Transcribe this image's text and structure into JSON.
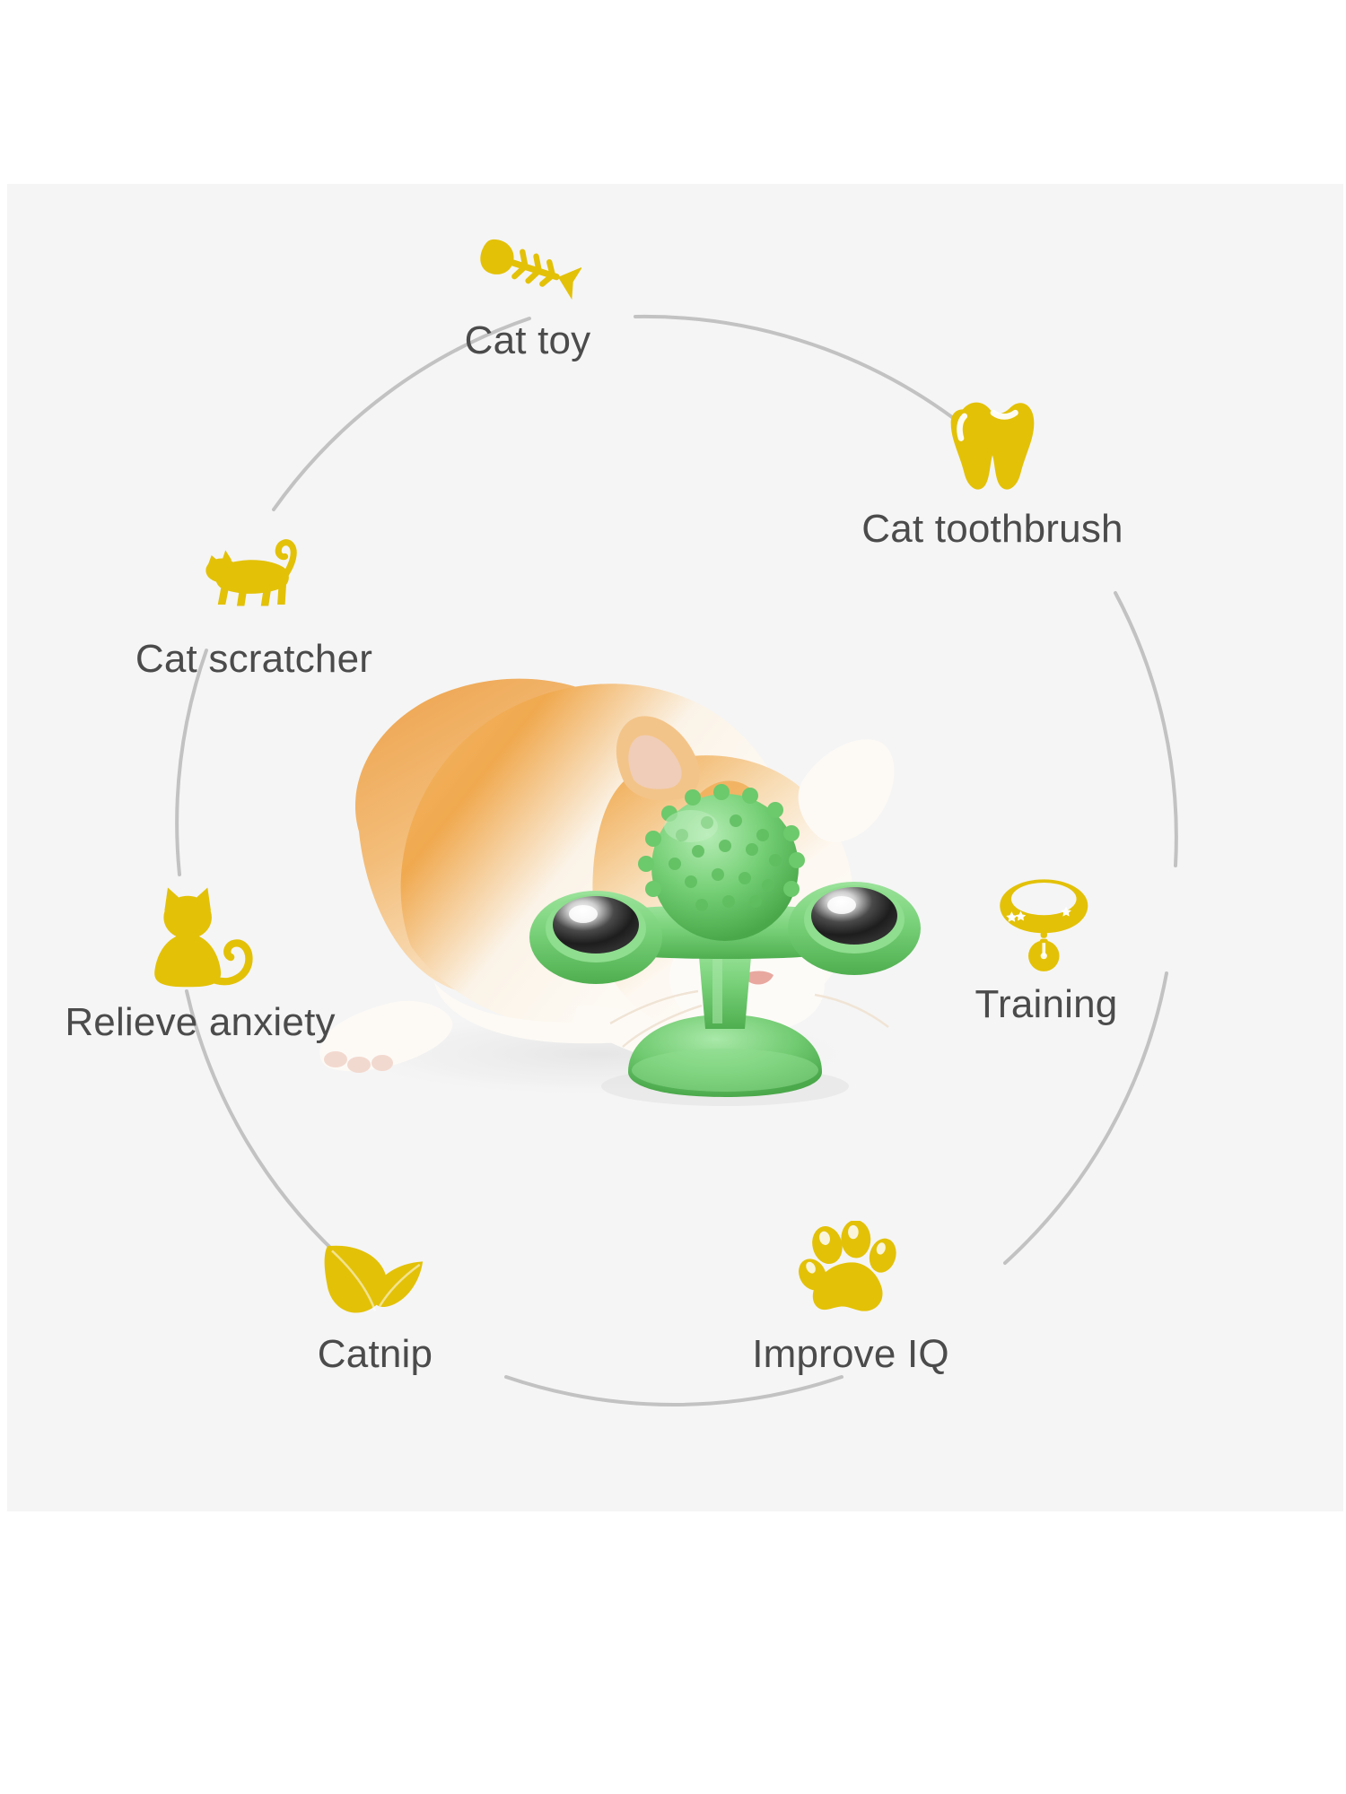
{
  "panel": {
    "background_color": "#f5f5f5",
    "page_background_color": "#ffffff"
  },
  "ring": {
    "stroke_color": "#c2c2c2",
    "stroke_width": 4,
    "description": "segmented light gray circle connecting the feature nodes"
  },
  "theme": {
    "icon_color": "#e3c107",
    "icon_color_dark": "#d4b406",
    "label_color": "#4b4b4b",
    "toy_green": "#7ed47e",
    "toy_green_dark": "#55b855",
    "cat_orange": "#e8a martin",
    "cat_orange_fur": "#eea856",
    "cat_white": "#fdfaf6"
  },
  "features": [
    {
      "id": "cat-toy",
      "label": "Cat toy",
      "icon": "fishbone-icon",
      "angle_deg": 90
    },
    {
      "id": "cat-toothbrush",
      "label": "Cat toothbrush",
      "icon": "tooth-icon",
      "angle_deg": 40
    },
    {
      "id": "training",
      "label": "Training",
      "icon": "cat-collar-icon",
      "angle_deg": 350
    },
    {
      "id": "improve-iq",
      "label": "Improve IQ",
      "icon": "paw-print-icon",
      "angle_deg": 305
    },
    {
      "id": "catnip",
      "label": "Catnip",
      "icon": "catnip-leaf-icon",
      "angle_deg": 235
    },
    {
      "id": "relieve-anxiety",
      "label": "Relieve anxiety",
      "icon": "sitting-cat-icon",
      "angle_deg": 190
    },
    {
      "id": "cat-scratcher",
      "label": "Cat scratcher",
      "icon": "walking-cat-icon",
      "angle_deg": 140
    }
  ],
  "photo": {
    "subject": "orange-and-white kitten playing with green windmill cat toy",
    "product": {
      "name": "windmill turntable cat toy",
      "parts": [
        "spiky catnip ball",
        "left bell disc",
        "right bell disc",
        "stem",
        "suction cup base"
      ],
      "color": "#7ed47e"
    }
  }
}
